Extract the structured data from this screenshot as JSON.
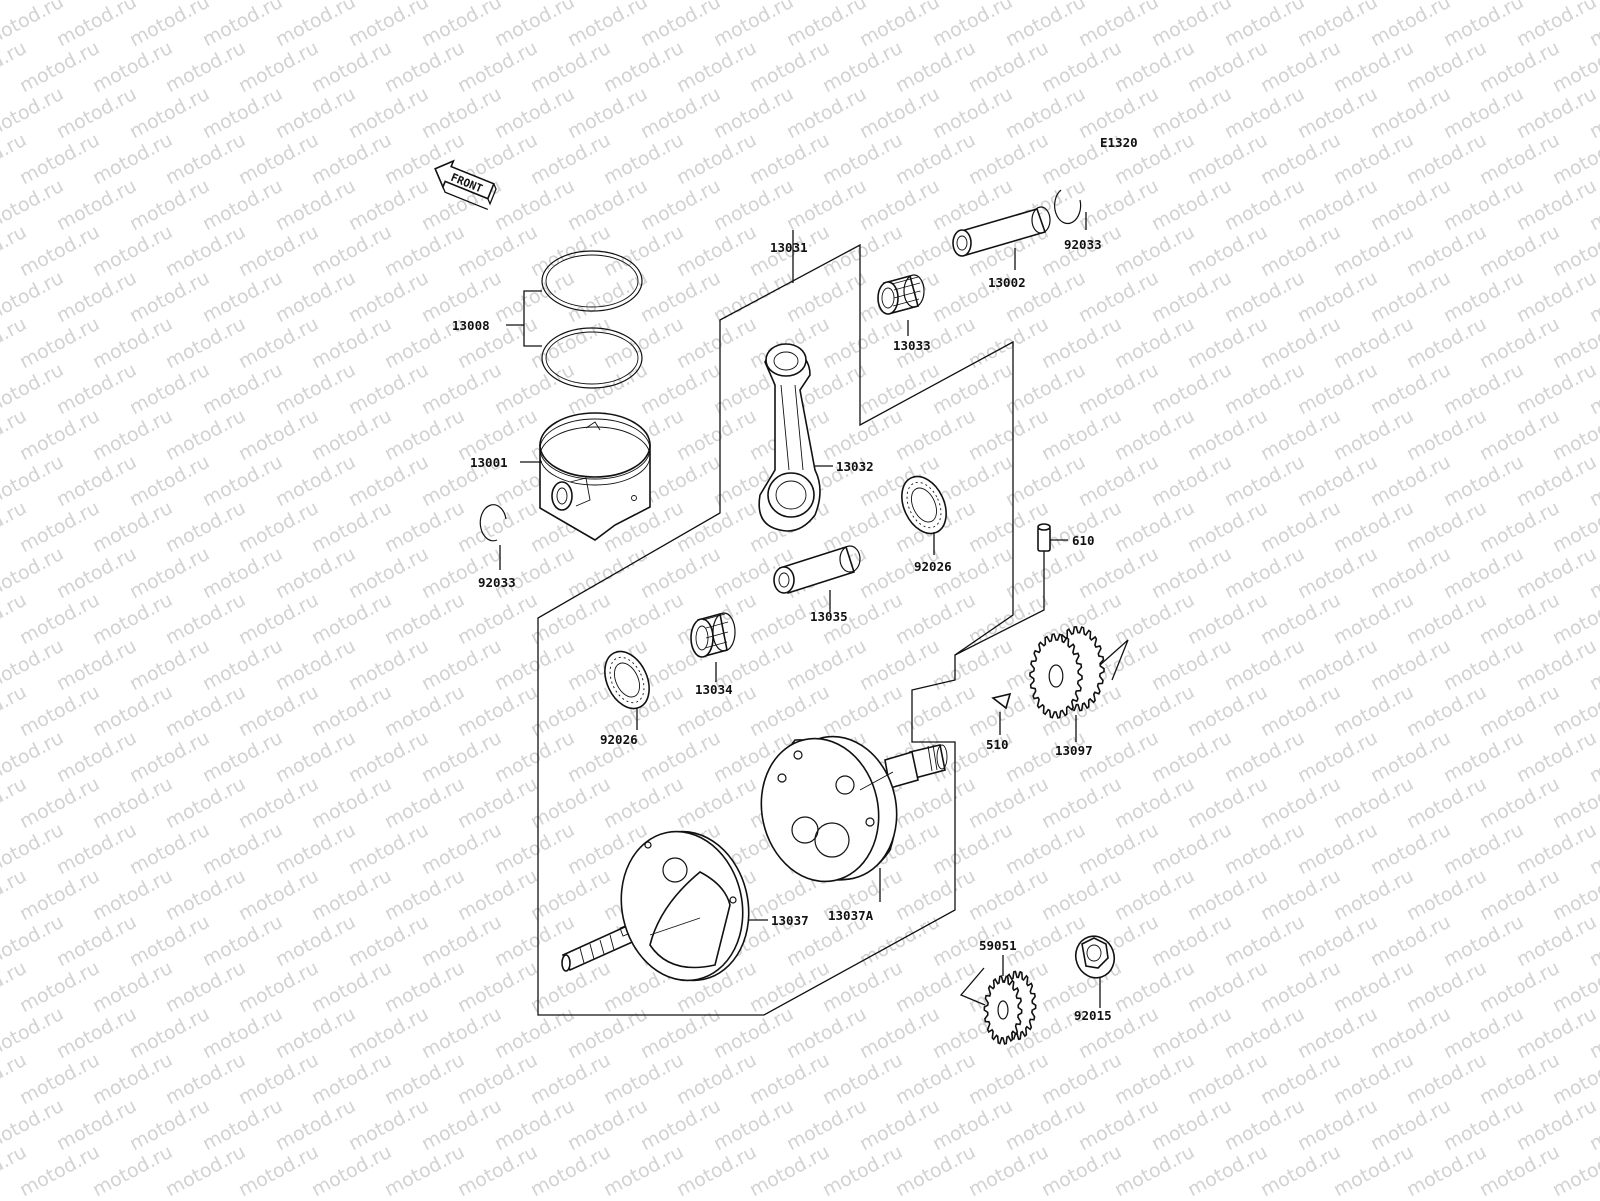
{
  "watermark": {
    "text": "motod.ru",
    "color": "#d2d2d2"
  },
  "diagram_code": "E1320",
  "front_label": "FRONT",
  "parts": [
    {
      "id": "p13031",
      "number": "13031"
    },
    {
      "id": "p13002",
      "number": "13002"
    },
    {
      "id": "p92033a",
      "number": "92033"
    },
    {
      "id": "p13033",
      "number": "13033"
    },
    {
      "id": "p13008",
      "number": "13008"
    },
    {
      "id": "p13001",
      "number": "13001"
    },
    {
      "id": "p13032",
      "number": "13032"
    },
    {
      "id": "p92033b",
      "number": "92033"
    },
    {
      "id": "p92026a",
      "number": "92026"
    },
    {
      "id": "p610",
      "number": "610"
    },
    {
      "id": "p13035",
      "number": "13035"
    },
    {
      "id": "p13034",
      "number": "13034"
    },
    {
      "id": "p92026b",
      "number": "92026"
    },
    {
      "id": "p510",
      "number": "510"
    },
    {
      "id": "p13097",
      "number": "13097"
    },
    {
      "id": "p13037",
      "number": "13037"
    },
    {
      "id": "p13037A",
      "number": "13037A"
    },
    {
      "id": "p59051",
      "number": "59051"
    },
    {
      "id": "p92015",
      "number": "92015"
    }
  ]
}
